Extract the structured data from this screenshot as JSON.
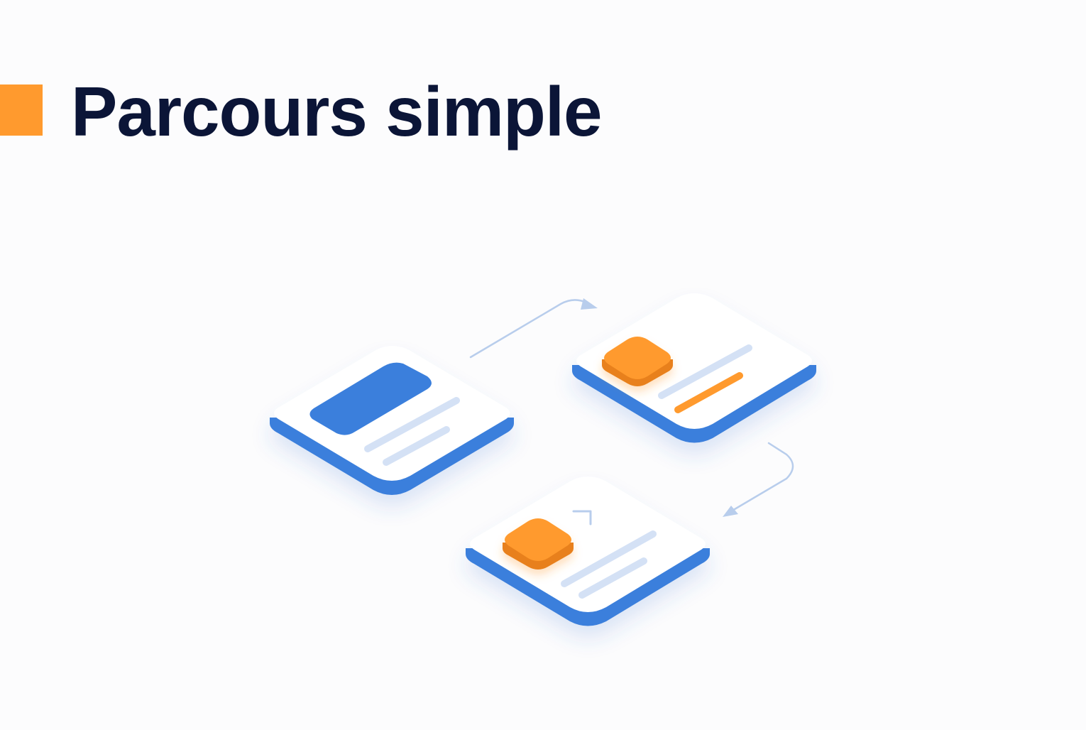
{
  "title": "Parcours simple",
  "colors": {
    "background": "#fcfcfd",
    "title": "#0b1537",
    "accent_orange": "#ff9a2e",
    "accent_blue": "#3a7fdc",
    "card_face": "#ffffff",
    "text_line": "#d4e1f5",
    "connector": "#b8cdec"
  },
  "steps": [
    {
      "name": "step-1",
      "icon": "blue-banner-block",
      "highlight_color": "#3a7fdc"
    },
    {
      "name": "step-2",
      "icon": "orange-square-tile",
      "highlight_color": "#ff9a2e"
    },
    {
      "name": "step-3",
      "icon": "orange-square-tile",
      "highlight_color": "#ff9a2e"
    }
  ],
  "connectors": [
    {
      "from": "step-1",
      "to": "step-2",
      "icon": "arrow-right-icon"
    },
    {
      "from": "step-2",
      "to": "step-3",
      "icon": "arrow-down-left-icon"
    }
  ]
}
